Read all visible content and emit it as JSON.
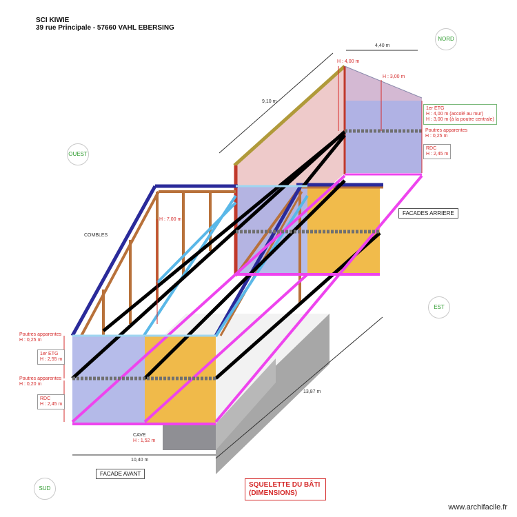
{
  "header": {
    "line1": "SCI KIWIE",
    "line2": "39 rue Principale - 57660 VAHL EBERSING"
  },
  "compass": {
    "nord": "NORD",
    "ouest": "OUEST",
    "est": "EST",
    "sud": "SUD"
  },
  "dimensions": {
    "width_top": "4,40 m",
    "depth_top": "9,10 m",
    "depth_long": "13,87 m",
    "width_front": "10,40 m",
    "h_4": "H : 4,00 m",
    "h_3": "H : 3,00 m",
    "h_7": "H : 7,00 m"
  },
  "labels": {
    "combles": "COMBLES",
    "cave_name": "CAVE",
    "cave_height": "H : 1,52 m",
    "facade_arriere": "FACADES ARRIERE",
    "facade_avant": "FACADE AVANT",
    "title_line1": "SQUELETTE DU BÂTI",
    "title_line2": "(DIMENSIONS)",
    "watermark": "www.archifacile.fr"
  },
  "boxes": {
    "right_etg": {
      "l1": "1er ETG",
      "l2": "H : 4,00 m (accolé au mur)",
      "l3": "H : 3,00 m (à la poutre centrale)"
    },
    "right_poutres": {
      "l1": "Poutres apparentes",
      "l2": "H : 0,25 m"
    },
    "right_rdc": {
      "l1": "RDC",
      "l2": "H : 2,45 m"
    },
    "left_poutres_top": {
      "l1": "Poutres apparentes",
      "l2": "H : 0,25 m"
    },
    "left_etg": {
      "l1": "1er ETG",
      "l2": "H : 2,55 m"
    },
    "left_poutres_mid": {
      "l1": "Poutres apparentes",
      "l2": "H : 0,20 m"
    },
    "left_rdc": {
      "l1": "RDC",
      "l2": "H : 2,45 m"
    }
  },
  "colors": {
    "blue_wall": "#9fa6e0",
    "yellow_wall": "#f0b437",
    "magenta_beam": "#ee44ee",
    "navy_roof": "#2a2a9a",
    "cyan_beam": "#5ab8e8",
    "brown_frame": "#b8713a",
    "olive_roof": "#b09a3a",
    "red_post": "#c0392b",
    "grey_cave": "#9a9a9a"
  }
}
